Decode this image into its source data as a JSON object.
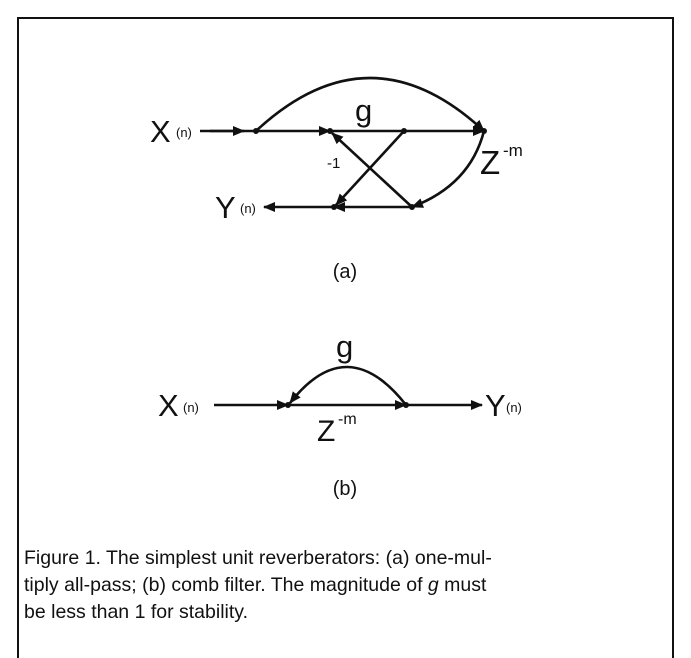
{
  "figure_a": {
    "input_var": "X",
    "input_idx": "(n)",
    "output_var": "Y",
    "output_idx": "(n)",
    "gain": "g",
    "neg_gain": "-1",
    "delay_base": "Z",
    "delay_exp": "-m",
    "label": "(a)"
  },
  "figure_b": {
    "input_var": "X",
    "input_idx": "(n)",
    "output_var": "Y",
    "output_idx": "(n)",
    "gain": "g",
    "delay_base": "Z",
    "delay_exp": "-m",
    "label": "(b)"
  },
  "caption": {
    "lead": "Figure 1. The simplest unit reverberators: (a) one-mul-",
    "line2": "tiply all-pass; (b) comb filter. The magnitude of ",
    "var": "g",
    "line2_end": " must",
    "line3": "be less than 1 for stability."
  }
}
